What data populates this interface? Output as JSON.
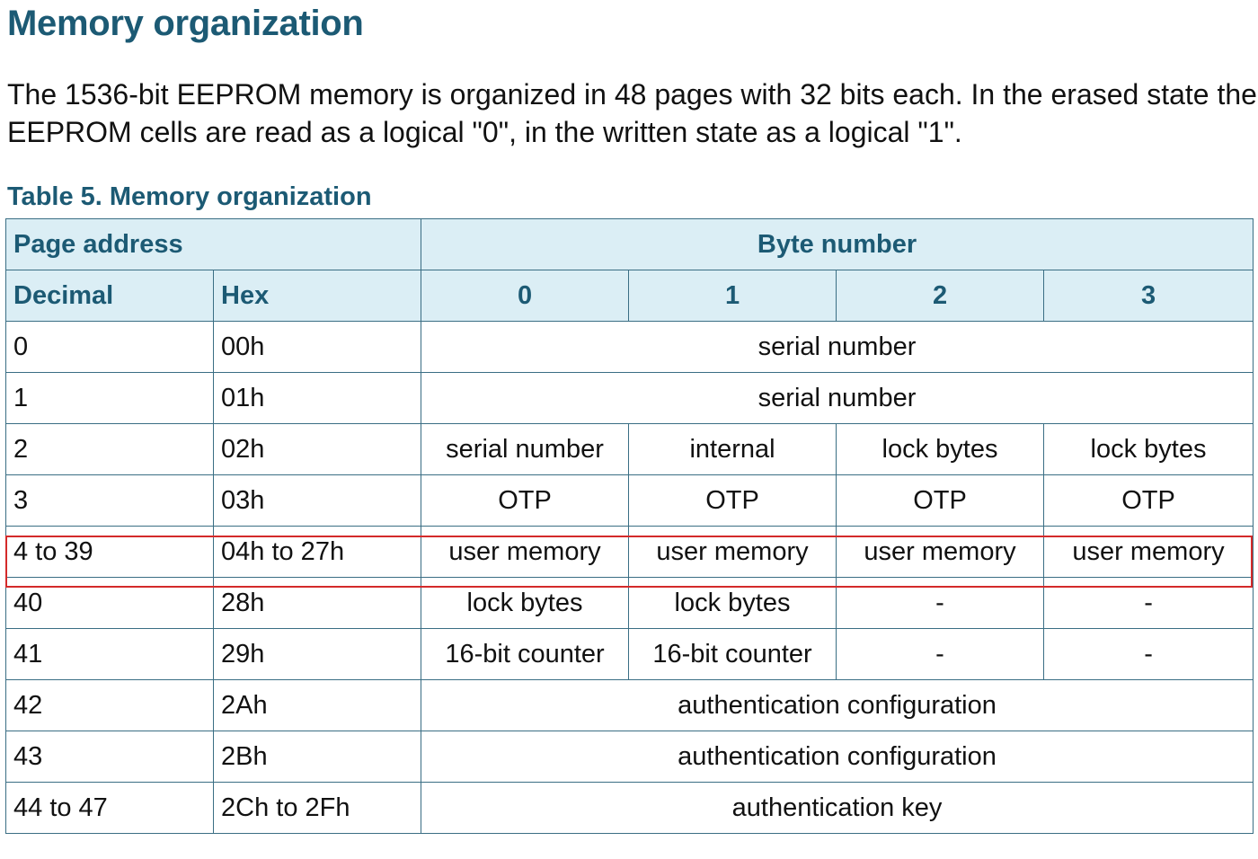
{
  "heading": "Memory organization",
  "intro": "The 1536-bit EEPROM memory is organized in 48 pages with 32 bits each. In the erased state the EEPROM cells are read as a logical \"0\", in the written state as a logical \"1\".",
  "table": {
    "caption": "Table 5.  Memory organization",
    "header": {
      "page_address": "Page address",
      "byte_number": "Byte number",
      "decimal": "Decimal",
      "hex": "Hex",
      "bytes": [
        "0",
        "1",
        "2",
        "3"
      ]
    },
    "rows": [
      {
        "decimal": "0",
        "hex": "00h",
        "span": "serial number"
      },
      {
        "decimal": "1",
        "hex": "01h",
        "span": "serial number"
      },
      {
        "decimal": "2",
        "hex": "02h",
        "cells": [
          "serial number",
          "internal",
          "lock bytes",
          "lock bytes"
        ]
      },
      {
        "decimal": "3",
        "hex": "03h",
        "cells": [
          "OTP",
          "OTP",
          "OTP",
          "OTP"
        ]
      },
      {
        "decimal": "4 to 39",
        "hex": "04h to 27h",
        "cells": [
          "user memory",
          "user memory",
          "user memory",
          "user memory"
        ],
        "highlighted": true
      },
      {
        "decimal": "40",
        "hex": "28h",
        "cells": [
          "lock bytes",
          "lock bytes",
          "-",
          "-"
        ]
      },
      {
        "decimal": "41",
        "hex": "29h",
        "cells": [
          "16-bit counter",
          "16-bit counter",
          "-",
          "-"
        ]
      },
      {
        "decimal": "42",
        "hex": "2Ah",
        "span": "authentication configuration"
      },
      {
        "decimal": "43",
        "hex": "2Bh",
        "span": "authentication configuration"
      },
      {
        "decimal": "44 to 47",
        "hex": "2Ch to 2Fh",
        "span": "authentication key"
      }
    ]
  },
  "colors": {
    "heading": "#1c5a74",
    "header_bg": "#dbeef5",
    "highlight_border": "#d42a2a"
  }
}
